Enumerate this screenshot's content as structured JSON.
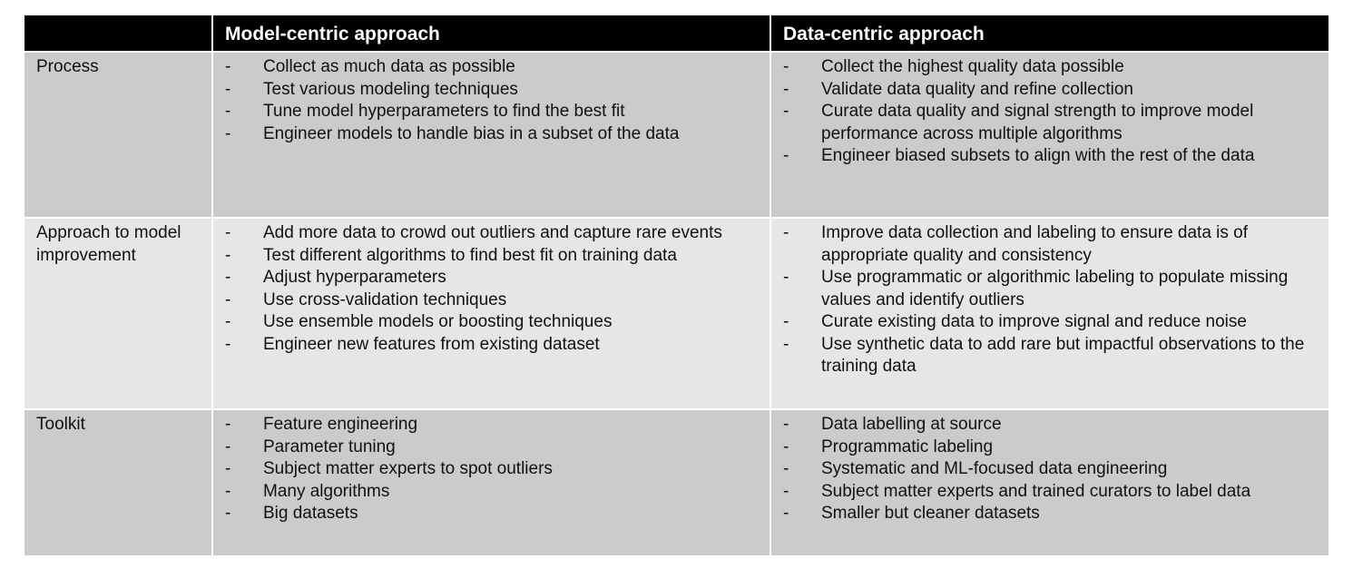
{
  "header": {
    "corner": "",
    "col1": "Model-centric approach",
    "col2": "Data-centric approach"
  },
  "bullet_marker": "-",
  "rows": [
    {
      "label": "Process",
      "model_centric": [
        "Collect as much data as possible",
        "Test various modeling techniques",
        "Tune model hyperparameters to find the best fit",
        "Engineer models to handle bias in a subset of the data"
      ],
      "data_centric": [
        "Collect the highest quality data possible",
        "Validate data quality and refine collection",
        "Curate data quality and signal strength to improve model performance across multiple algorithms",
        "Engineer biased subsets to align with the rest of the data"
      ]
    },
    {
      "label": "Approach to model improvement",
      "model_centric": [
        "Add more data to crowd out outliers and capture rare events",
        "Test different algorithms to find best fit on training data",
        "Adjust hyperparameters",
        "Use cross-validation techniques",
        "Use ensemble models or boosting techniques",
        "Engineer new features from existing dataset"
      ],
      "data_centric": [
        "Improve data collection and labeling to ensure data is of appropriate quality and consistency",
        "Use programmatic or algorithmic labeling to populate missing values and identify outliers",
        "Curate existing data to improve signal and reduce noise",
        "Use synthetic data to add rare but impactful observations to the training data"
      ]
    },
    {
      "label": "Toolkit",
      "model_centric": [
        "Feature engineering",
        "Parameter tuning",
        "Subject matter experts to spot outliers",
        "Many algorithms",
        "Big datasets"
      ],
      "data_centric": [
        "Data labelling at source",
        "Programmatic labeling",
        "Systematic and ML-focused data engineering",
        "Subject matter experts and trained curators to label data",
        "Smaller but cleaner datasets"
      ]
    }
  ]
}
